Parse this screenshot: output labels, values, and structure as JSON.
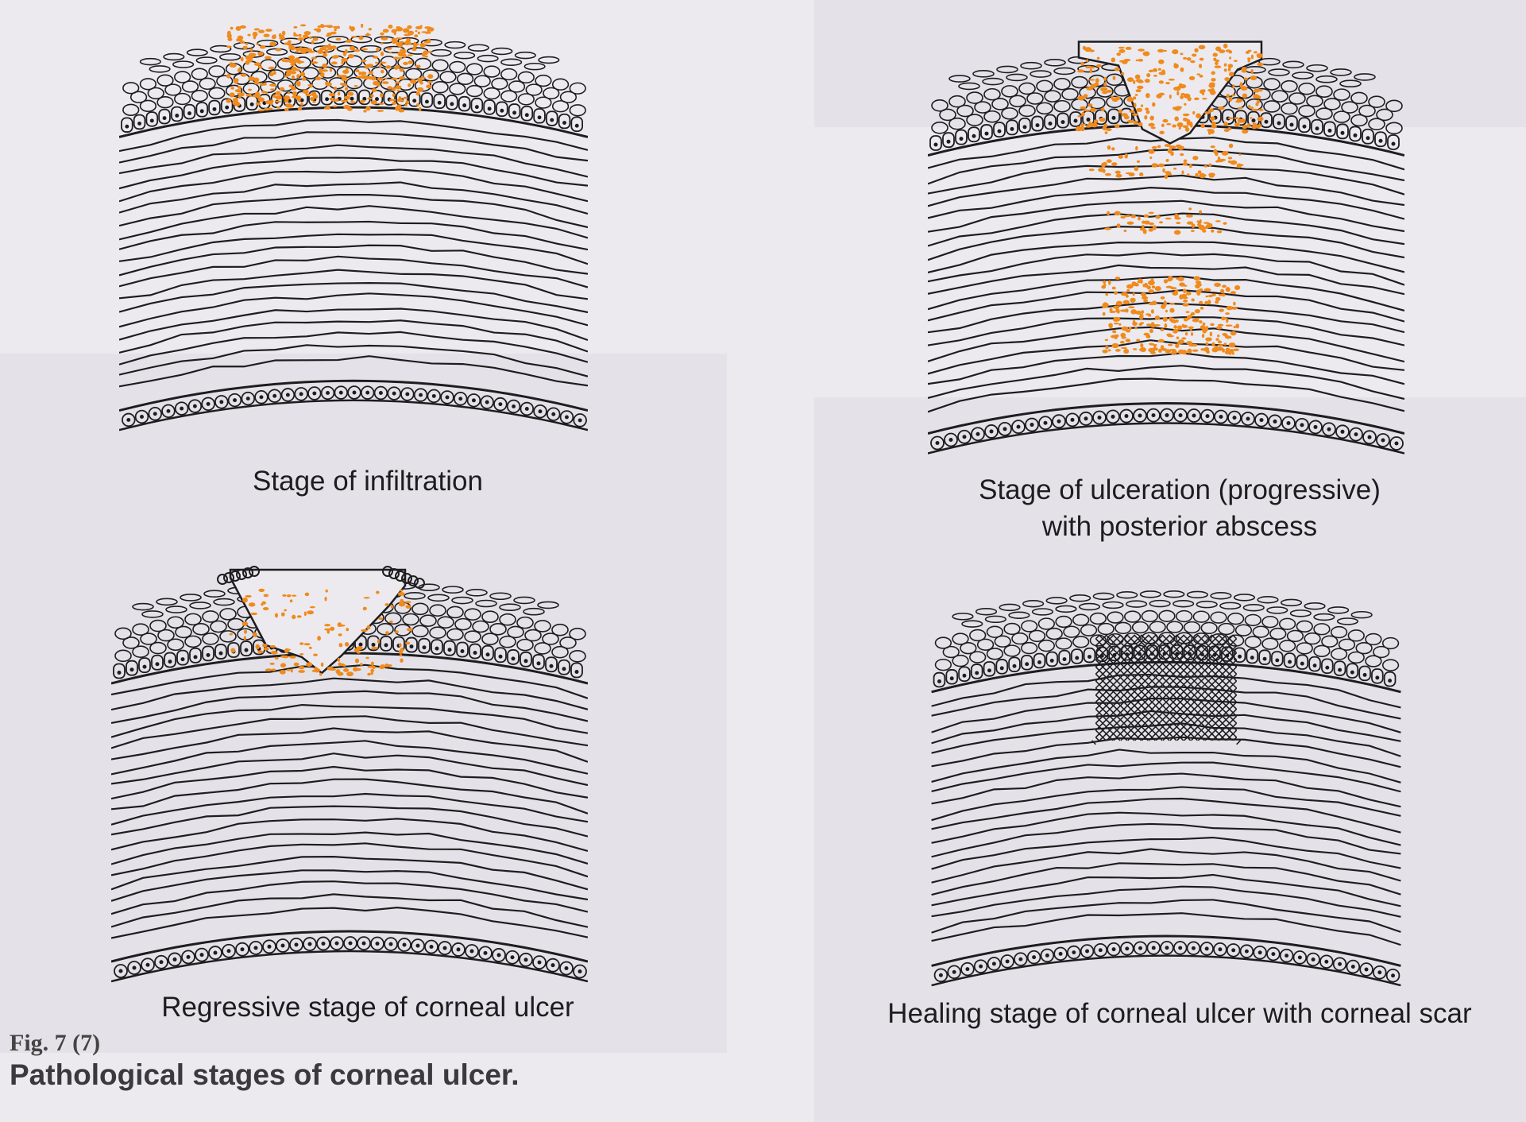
{
  "figure": {
    "label": "Fig. 7 (7)",
    "title": "Pathological stages of corneal ulcer."
  },
  "panels": [
    {
      "caption_lines": [
        "Stage of infiltration"
      ]
    },
    {
      "caption_lines": [
        "Stage of ulceration (progressive)",
        "with posterior abscess"
      ]
    },
    {
      "caption_lines": [
        "Regressive stage of corneal ulcer"
      ]
    },
    {
      "caption_lines": [
        "Healing stage of corneal ulcer with corneal scar"
      ]
    }
  ],
  "colors": {
    "infiltrate": "#f08a1c",
    "ink": "#1d1d1f"
  }
}
